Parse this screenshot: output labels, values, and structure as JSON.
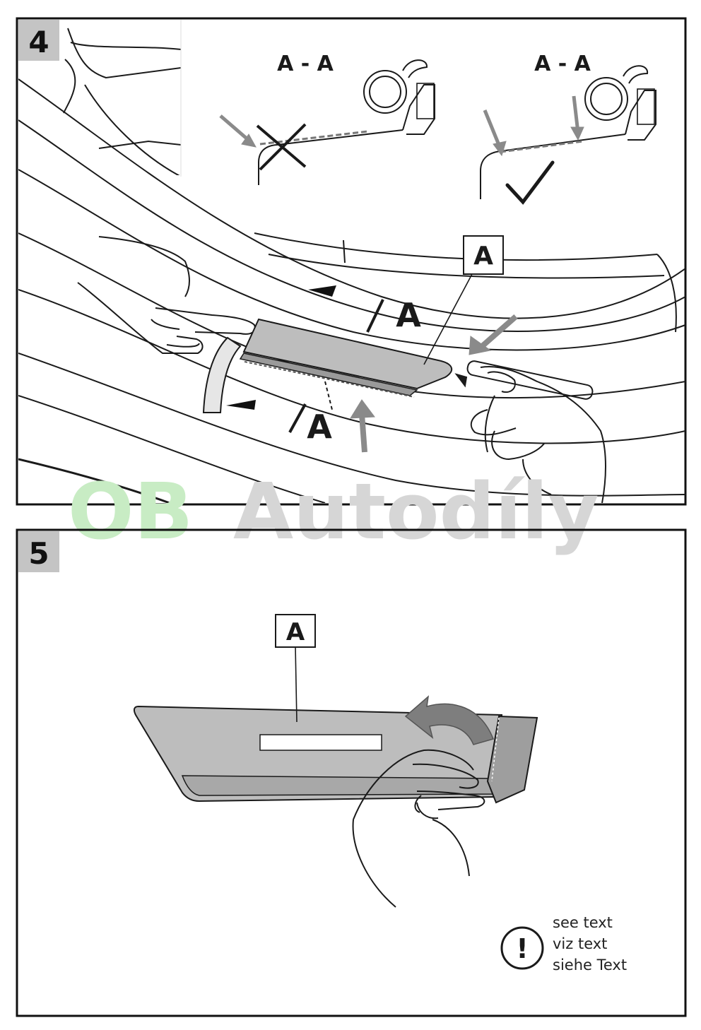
{
  "panel_top": {
    "step": "4",
    "section_wrong": "A - A",
    "section_right": "A - A",
    "part_label": "A",
    "cut_label_upper": "A",
    "cut_label_lower": "A"
  },
  "panel_bottom": {
    "step": "5",
    "part_label": "A",
    "note_lines": [
      "see text",
      "viz text",
      "siehe Text"
    ],
    "note_icon_glyph": "!"
  },
  "watermark": {
    "part1": "OB",
    "part2": "Autodíly",
    "part1_color": "#c8ecc4",
    "part2_color": "#d6d6d6"
  },
  "colors": {
    "stroke": "#1a1a1a",
    "panel_fill": "#bdbdbd",
    "arrow_fill": "#8a8a8a",
    "step_bg": "#c4c4c4"
  }
}
